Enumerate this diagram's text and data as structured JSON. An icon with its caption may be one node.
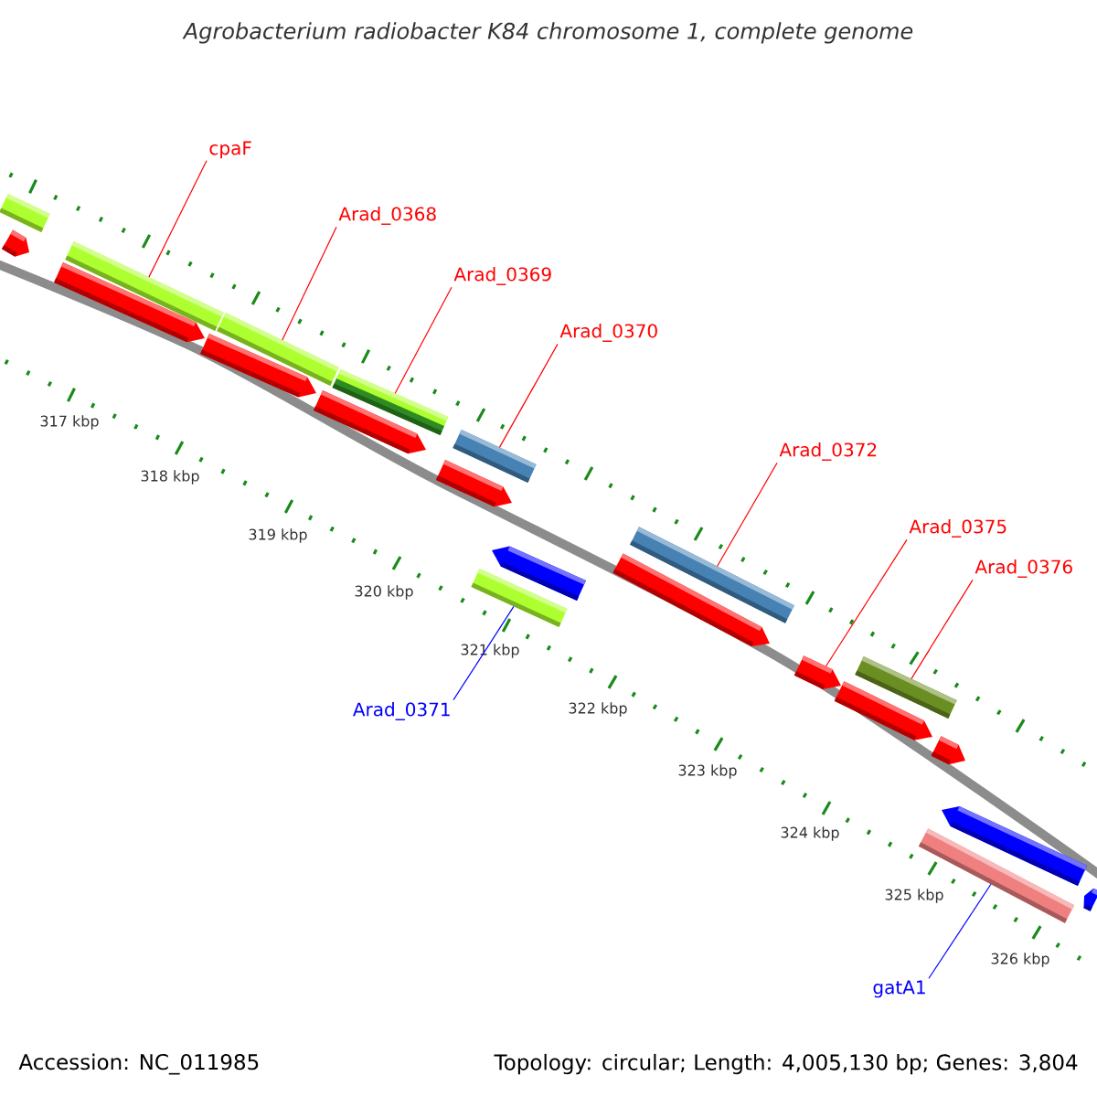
{
  "diagram": {
    "title": "Agrobacterium radiobacter K84 chromosome 1, complete genome",
    "nodes": [
      {
        "text": [
          "cpaF"
        ]
      },
      {
        "text": [
          "Arad_0368"
        ]
      },
      {
        "text": [
          "Arad_0369"
        ]
      },
      {
        "text": [
          "Arad_0370"
        ]
      },
      {
        "text": [
          "Arad_0372"
        ]
      },
      {
        "text": [
          "Arad_0375"
        ]
      },
      {
        "text": [
          "Arad_0376"
        ]
      },
      {
        "text": [
          "Arad_0371"
        ]
      },
      {
        "text": [
          "gatA1"
        ]
      },
      {
        "text": [],
        "shape": "bar"
      },
      {
        "text": [],
        "shape": "pentagon"
      },
      {
        "text": [],
        "shape": "pentagon"
      },
      {
        "text": [],
        "shape": "bar"
      },
      {
        "text": [],
        "shape": "pentagon"
      },
      {
        "text": [],
        "shape": "bar"
      },
      {
        "text": [],
        "shape": "pentagon"
      },
      {
        "text": [],
        "shape": "bar"
      },
      {
        "text": [],
        "shape": "pentagon"
      },
      {
        "text": [],
        "shape": "bar"
      },
      {
        "text": [],
        "shape": "bar"
      },
      {
        "text": [],
        "shape": "pentagon"
      },
      {
        "text": [],
        "shape": "pentagon"
      },
      {
        "text": [],
        "shape": "bar"
      },
      {
        "text": [],
        "shape": "pentagon"
      },
      {
        "text": [],
        "shape": "pentagon"
      },
      {
        "text": [],
        "shape": "bar"
      },
      {
        "text": [],
        "shape": "bar"
      },
      {
        "text": [],
        "shape": "pentagon"
      },
      {
        "text": [],
        "shape": "pentagon"
      },
      {
        "text": [],
        "shape": "pentagon"
      }
    ],
    "edges": [
      {
        "from": 0,
        "to": 12,
        "arrow": "none"
      },
      {
        "from": 1,
        "to": 14,
        "arrow": "none"
      },
      {
        "from": 2,
        "to": 16,
        "arrow": "none"
      },
      {
        "from": 3,
        "to": 18,
        "arrow": "none"
      },
      {
        "from": 4,
        "to": 22,
        "arrow": "none"
      },
      {
        "from": 5,
        "to": 23,
        "arrow": "none"
      },
      {
        "from": 6,
        "to": 25,
        "arrow": "none"
      },
      {
        "from": 7,
        "to": 19,
        "arrow": "none",
        "color": "#0000ff"
      },
      {
        "from": 8,
        "to": 26,
        "arrow": "none",
        "color": "#0000ff"
      }
    ],
    "labels": [
      "317 kbp",
      "318 kbp",
      "319 kbp",
      "320 kbp",
      "321 kbp",
      "322 kbp",
      "323 kbp",
      "324 kbp",
      "325 kbp",
      "326 kbp",
      "Accession: NC_011985",
      "Topology: circular; Length: 4,005,130 bp; Genes: 3,804"
    ]
  }
}
